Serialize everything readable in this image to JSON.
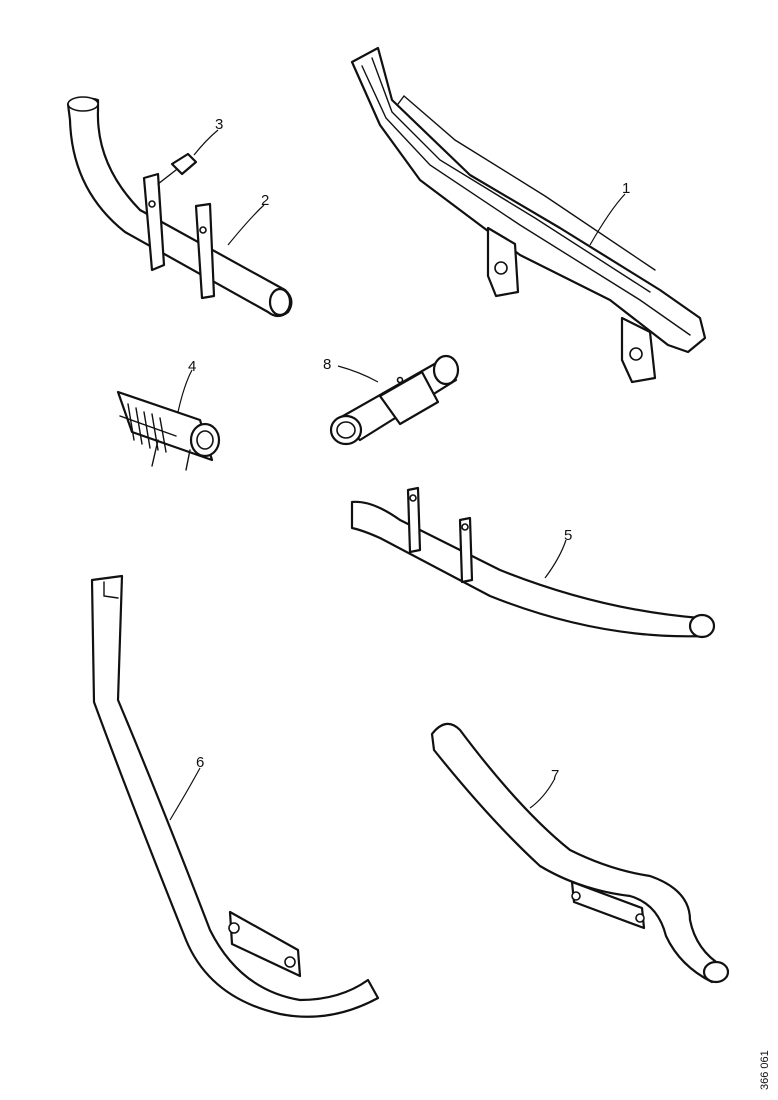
{
  "diagram": {
    "callouts": [
      {
        "id": "1",
        "label": "1"
      },
      {
        "id": "2",
        "label": "2"
      },
      {
        "id": "3",
        "label": "3"
      },
      {
        "id": "4",
        "label": "4"
      },
      {
        "id": "5",
        "label": "5"
      },
      {
        "id": "6",
        "label": "6"
      },
      {
        "id": "7",
        "label": "7"
      },
      {
        "id": "8",
        "label": "8"
      }
    ],
    "reference_code": "366 061"
  }
}
